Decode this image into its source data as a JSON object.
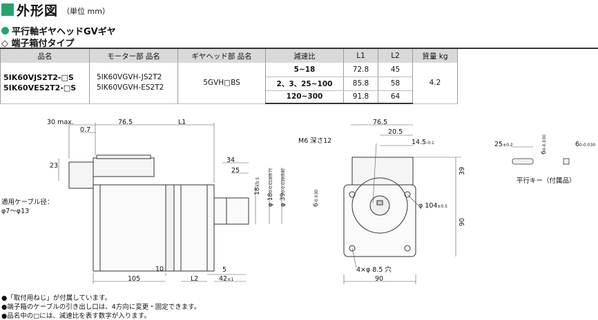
{
  "header": {
    "title": "外形図",
    "unit": "（単位 mm）"
  },
  "subtitle": "平行軸ギヤヘッドGVギヤ",
  "terminal": "◇ 端子箱付タイプ",
  "table": {
    "headers": [
      "品名",
      "モーター部 品名",
      "ギヤヘッド部 品名",
      "減速比",
      "L1",
      "L2",
      "質量 kg"
    ],
    "model1": "5IK60VJS2T2-□S",
    "model2": "5IK60VES2T2-□S",
    "motor1": "5IK60VGVH-JS2T2",
    "motor2": "5IK60VGVH-ES2T2",
    "gearhead": "5GVH□BS",
    "mass": "4.2",
    "rows": [
      {
        "ratio": "5~18",
        "l1": "72.8",
        "l2": "45"
      },
      {
        "ratio": "2、3、25~100",
        "l1": "85.8",
        "l2": "58"
      },
      {
        "ratio": "120~300",
        "l1": "91.8",
        "l2": "64"
      }
    ]
  },
  "drawing": {
    "d_30max": "30 max.",
    "d_07": "0.7",
    "d_765": "76.5",
    "d_l1": "L1",
    "d_23": "23",
    "d_34": "34",
    "d_25": "25",
    "d_18": "18",
    "d_18tol": "±0.5",
    "d_phi18": "φ 18",
    "d_phi18tol": "-0.018(h7)",
    "d_phi39": "φ 39",
    "d_phi39tol": "-0.039(h8)",
    "tol_zero": "0",
    "cable_label": "適用ケーブル径：",
    "cable_value": "φ7～φ13",
    "d_10": "10",
    "d_5": "5",
    "d_105": "105",
    "d_l2": "L2",
    "d_42": "42",
    "d_42tol": "±1",
    "d_6": "6",
    "d_6tol": "-0.030",
    "m6": "M6 深さ12",
    "f_765": "76.5",
    "f_205": "20.5",
    "f_145": "14.5",
    "f_145tol": "-0.1",
    "f_39": "39",
    "f_phi104": "φ 104",
    "f_phi104tol": "±0.5",
    "f_90v": "90",
    "f_holes": "4×φ 8.5 穴",
    "f_90h": "90",
    "k_25": "25",
    "k_25tol": "±0.2",
    "k_6a": "6",
    "k_6b": "6",
    "k_tol": "-0.030",
    "key_caption": "平行キー（付属品）"
  },
  "notes": [
    "●「取付用ねじ」が付属しています。",
    "●端子箱のケーブルの引き出し口は、4方向に変更・固定できます。",
    "●品名中の□には、減速比を表す数字が入ります。"
  ],
  "colors": {
    "accent": "#2aa36b",
    "header_bg": "#d9d9d9"
  }
}
